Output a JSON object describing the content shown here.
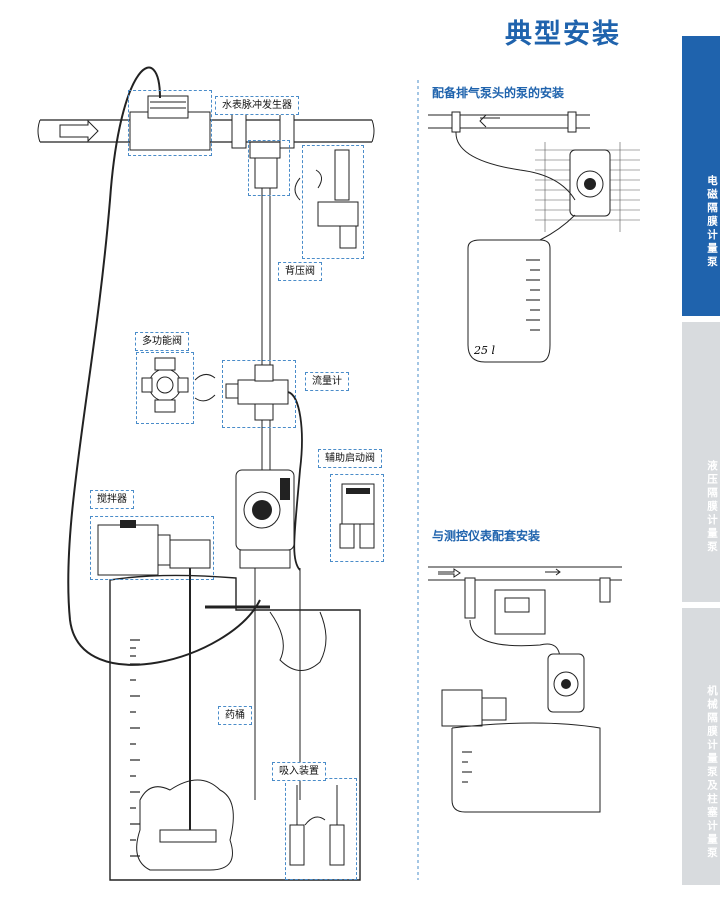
{
  "page": {
    "title": "典型安装"
  },
  "tabs": [
    {
      "label": "电磁隔膜计量泵",
      "active": true
    },
    {
      "label": "液压隔膜计量泵",
      "active": false
    },
    {
      "label": "机械隔膜计量泵及柱塞计量泵",
      "active": false
    }
  ],
  "main_diagram": {
    "labels": {
      "pulse_generator": "水表脉冲发生器",
      "back_pressure_valve": "背压阀",
      "multifunction_valve": "多功能阀",
      "flow_meter": "流量计",
      "aux_start_valve": "辅助启动阀",
      "agitator": "搅拌器",
      "chemical_tank": "药桶",
      "suction_device": "吸入装置"
    }
  },
  "top_right_diagram": {
    "title": "配备排气泵头的泵的安装",
    "tank_volume": "25 l"
  },
  "bottom_right_diagram": {
    "title": "与测控仪表配套安装"
  },
  "colors": {
    "brand_blue": "#1f63ad",
    "tab_inactive": "#d8dbde",
    "callout_border": "#4a8cc9"
  }
}
